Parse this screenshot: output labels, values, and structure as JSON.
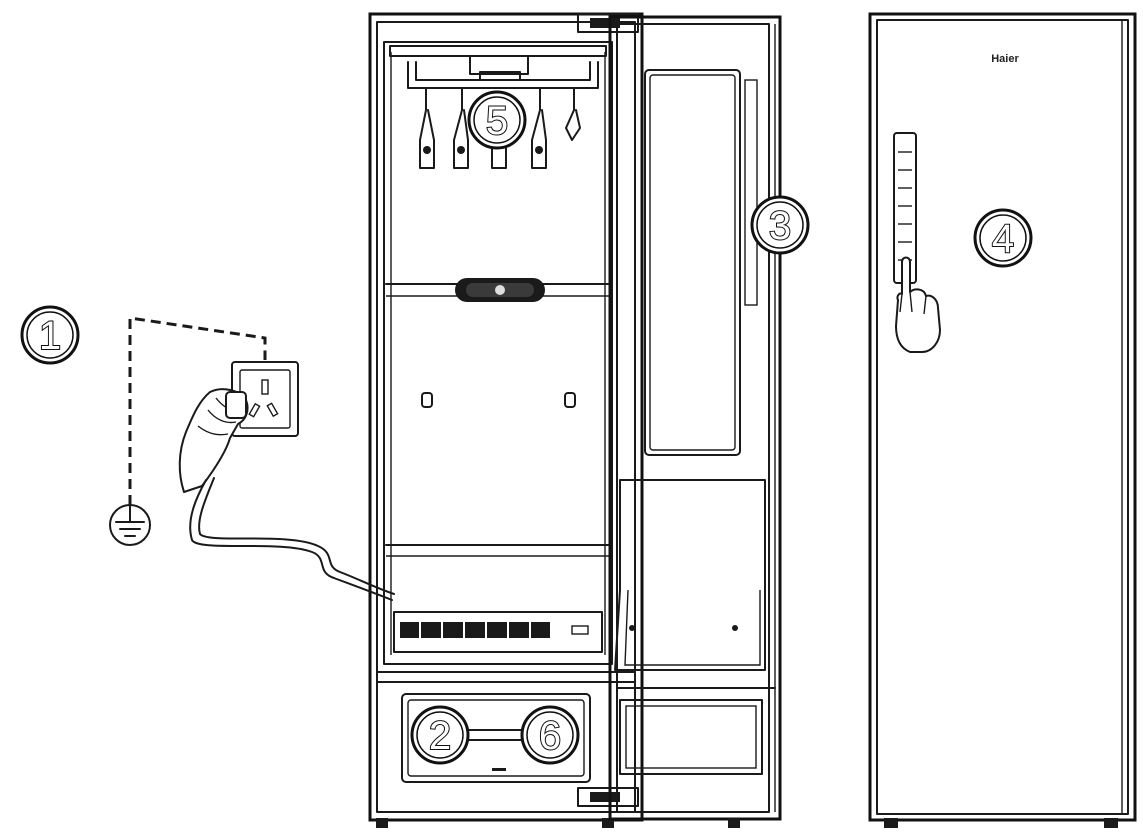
{
  "brand": "Haier",
  "steps": [
    {
      "id": "1",
      "label": "1",
      "meaning": "plug-in-grounded-socket"
    },
    {
      "id": "2",
      "label": "2",
      "meaning": "lower-drawer-left"
    },
    {
      "id": "3",
      "label": "3",
      "meaning": "open-door"
    },
    {
      "id": "4",
      "label": "4",
      "meaning": "front-control-panel"
    },
    {
      "id": "5",
      "label": "5",
      "meaning": "hanger-rail"
    },
    {
      "id": "6",
      "label": "6",
      "meaning": "lower-drawer-right"
    }
  ],
  "colors": {
    "line": "#1a1a1a",
    "background": "#ffffff"
  }
}
